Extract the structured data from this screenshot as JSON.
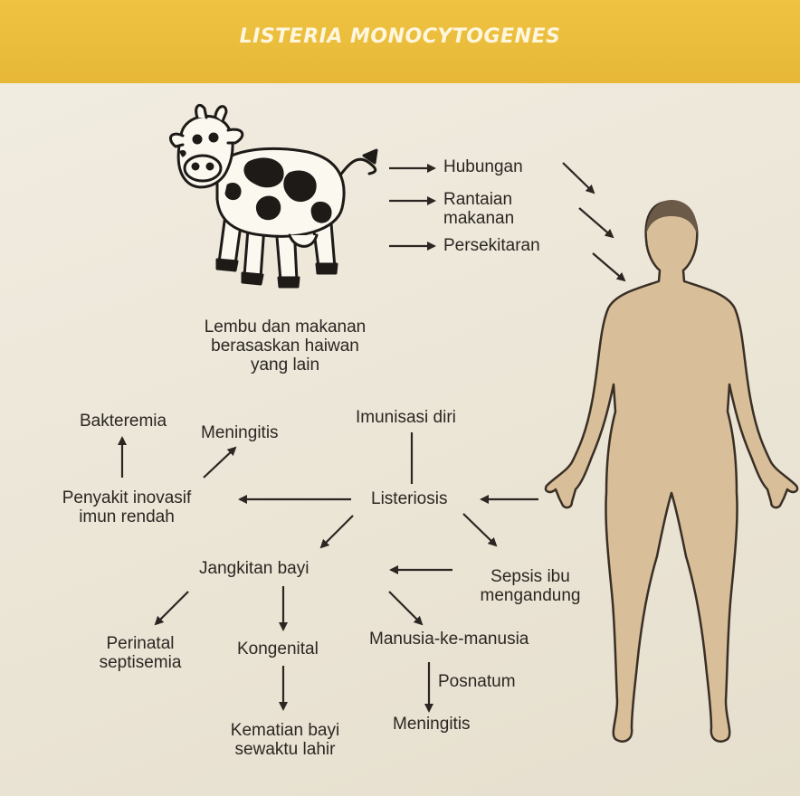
{
  "header": {
    "title": "LISTERIA MONOCYTOGENES",
    "background": "#e9b93a",
    "title_color": "#fff6de"
  },
  "icons": {
    "source_animal": "cow-icon",
    "host": "human-body-icon"
  },
  "colors": {
    "body_fill": "#d8bf9a",
    "body_outline": "#3a2f26",
    "text": "#2b2622"
  },
  "sources": {
    "cow_caption": [
      "Lembu dan makanan",
      "berasaskan haiwan",
      "yang lain"
    ],
    "routes": [
      {
        "label": "Hubungan"
      },
      {
        "label": "Rantaian",
        "label2": "makanan"
      },
      {
        "label": "Persekitaran"
      }
    ]
  },
  "nodes": {
    "listeriosis": "Listeriosis",
    "autoimmunization": "Imunisasi diri",
    "invasive": [
      "Penyakit inovasif",
      "imun rendah"
    ],
    "bacteremia": "Bakteremia",
    "meningitis_top": "Meningitis",
    "infant_infection": "Jangkitan bayi",
    "maternal_sepsis": [
      "Sepsis ibu",
      "mengandung"
    ],
    "perinatal": [
      "Perinatal",
      "septisemia"
    ],
    "congenital": "Kongenital",
    "human_to_human": "Manusia-ke-manusia",
    "postnatal": "Posnatum",
    "meningitis_bottom": "Meningitis",
    "infant_death": [
      "Kematian bayi",
      "sewaktu lahir"
    ]
  }
}
